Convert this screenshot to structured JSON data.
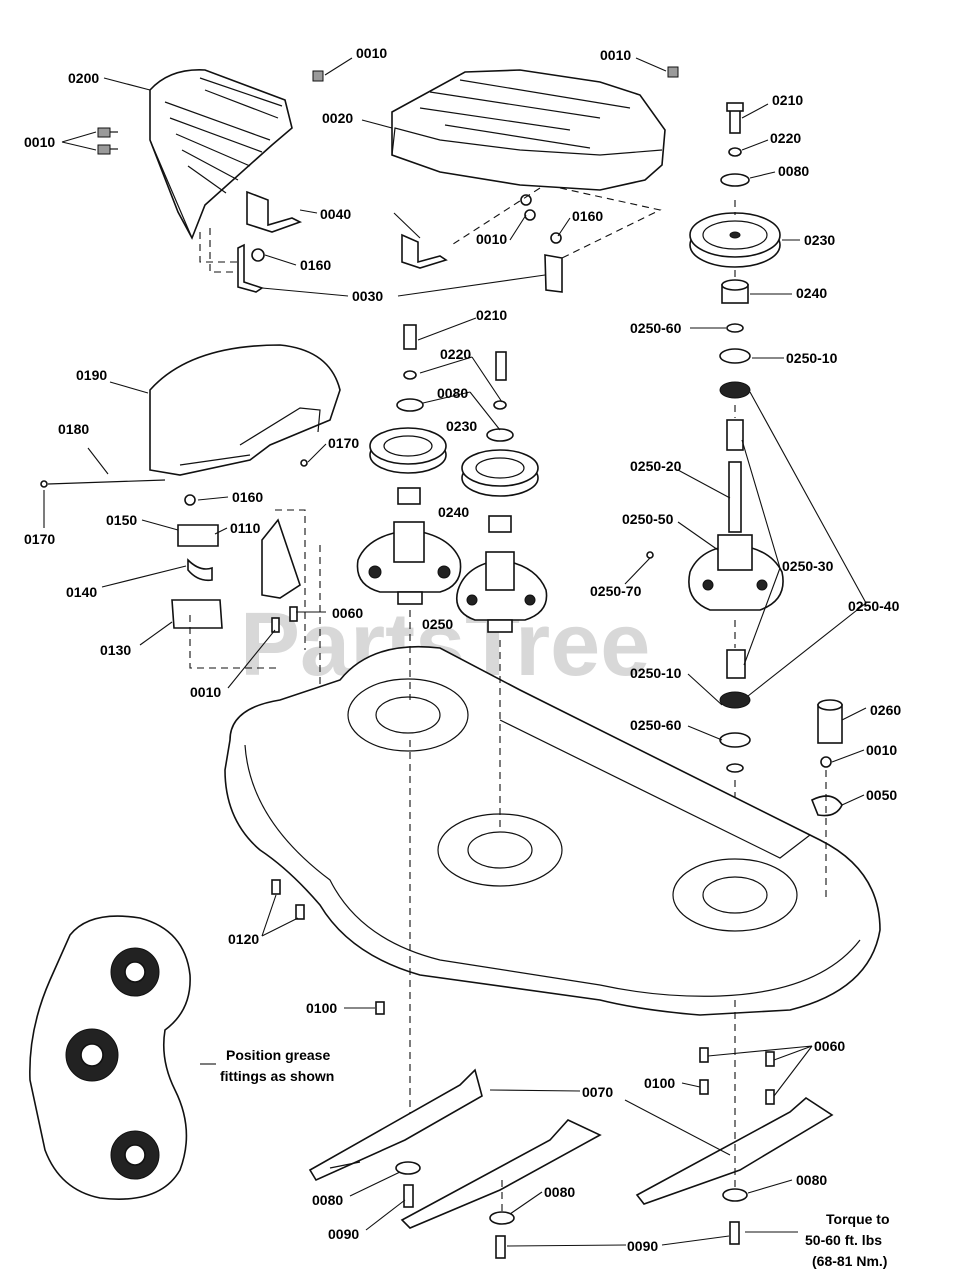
{
  "labels": {
    "l0200": "0200",
    "l0010a": "0010",
    "l0010b": "0010",
    "l0010c": "0010",
    "l0020": "0020",
    "l0040": "0040",
    "l0010d": "0010",
    "l0160a": "0160",
    "l0160b": "0160",
    "l0030": "0030",
    "l0210a": "0210",
    "l0220a": "0220",
    "l0080a": "0080",
    "l0230a": "0230",
    "l0240a": "0240",
    "l0250_60a": "0250-60",
    "l0250_10a": "0250-10",
    "l0210b": "0210",
    "l0220b": "0220",
    "l0080b": "0080",
    "l0230b": "0230",
    "l0240b": "0240",
    "l0250a": "0250",
    "l0190": "0190",
    "l0180": "0180",
    "l0170a": "0170",
    "l0170b": "0170",
    "l0160c": "0160",
    "l0150": "0150",
    "l0110": "0110",
    "l0140": "0140",
    "l0130": "0130",
    "l0060a": "0060",
    "l0010e": "0010",
    "l0250_20": "0250-20",
    "l0250_50": "0250-50",
    "l0250_70": "0250-70",
    "l0250_30": "0250-30",
    "l0250_40": "0250-40",
    "l0250_10b": "0250-10",
    "l0250_60b": "0250-60",
    "l0260": "0260",
    "l0010f": "0010",
    "l0050": "0050",
    "l0120": "0120",
    "l0100a": "0100",
    "l0060b": "0060",
    "l0100b": "0100",
    "l0070": "0070",
    "l0080c": "0080",
    "l0080d": "0080",
    "l0080e": "0080",
    "l0090a": "0090",
    "l0090b": "0090"
  },
  "notes": {
    "grease_line1": "Position grease",
    "grease_line2": "fittings as shown",
    "torque_line1": "Torque to",
    "torque_line2": "50-60 ft. lbs",
    "torque_line3": "(68-81 Nm.)"
  },
  "watermark": "PartsTree"
}
